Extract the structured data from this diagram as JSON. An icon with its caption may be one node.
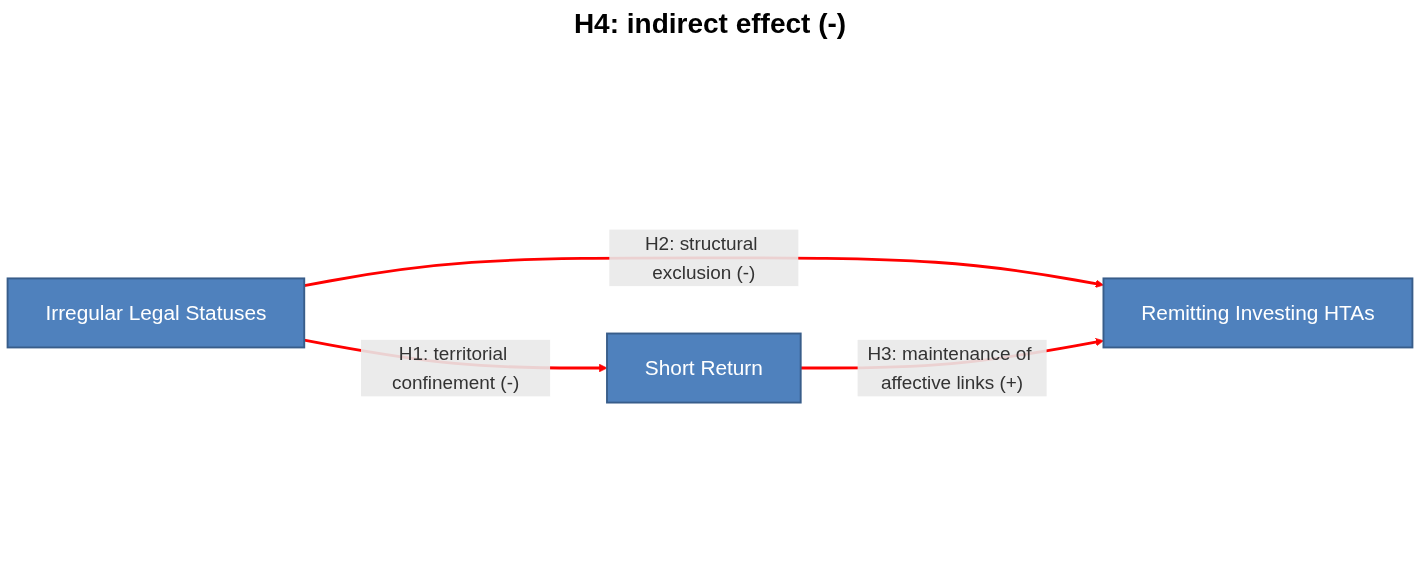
{
  "diagram": {
    "nodes": [
      {
        "text": [
          "Irregular Legal Statuses"
        ]
      },
      {
        "text": [
          "Remitting Investing HTAs"
        ]
      },
      {
        "text": [
          "Short Return"
        ]
      }
    ],
    "edges": [
      {
        "from": 0,
        "to": 1,
        "arrow": "to",
        "label": "H2: structural exclusion (-)"
      },
      {
        "from": 0,
        "to": 2,
        "arrow": "to",
        "label": "H1: territorial confinement (-)"
      },
      {
        "from": 2,
        "to": 1,
        "arrow": "to",
        "label": "H3: maintenance of affective links (+)"
      }
    ],
    "labels": [
      "H4: indirect effect (-)"
    ]
  }
}
